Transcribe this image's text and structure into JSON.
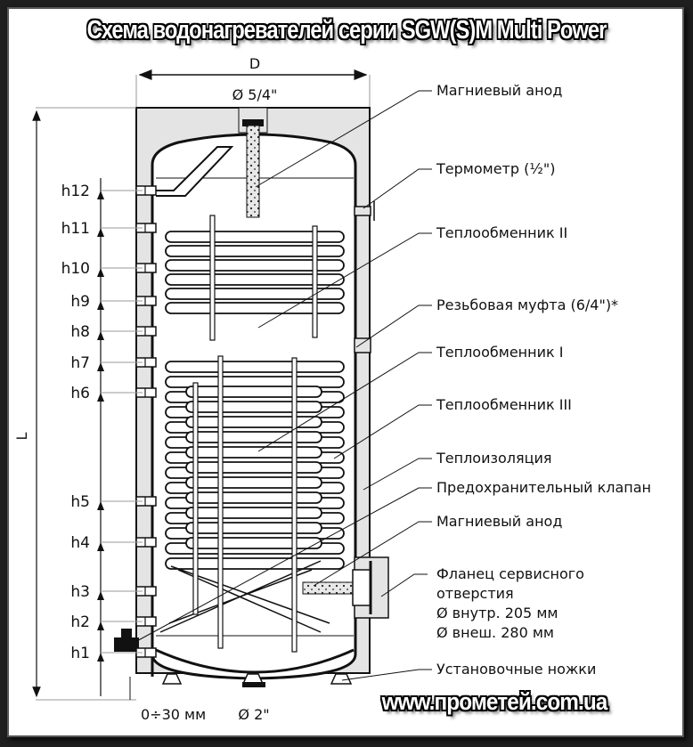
{
  "title": "Схема водонагревателей серии SGW(S)M Multi Power",
  "website": "www.прометей.com.ua",
  "dimensions": {
    "width_label": "D",
    "height_label": "L",
    "top_connection": "Ø 5/4\"",
    "bottom_connection": "Ø 2\"",
    "feet_adjustment": "0÷30 мм"
  },
  "height_marks": [
    "h12",
    "h11",
    "h10",
    "h9",
    "h8",
    "h7",
    "h6",
    "h5",
    "h4",
    "h3",
    "h2",
    "h1"
  ],
  "callouts": [
    {
      "id": "magnesium-anode-top",
      "text": "Магниевый анод"
    },
    {
      "id": "thermometer",
      "text": "Термометр (½\")"
    },
    {
      "id": "heat-exchanger-2",
      "text": "Теплообменник II"
    },
    {
      "id": "threaded-coupling",
      "text": "Резьбовая муфта (6/4\")*"
    },
    {
      "id": "heat-exchanger-1",
      "text": "Теплообменник I"
    },
    {
      "id": "heat-exchanger-3",
      "text": "Теплообменник III"
    },
    {
      "id": "insulation",
      "text": "Теплоизоляция"
    },
    {
      "id": "safety-valve",
      "text": "Предохранительный клапан"
    },
    {
      "id": "magnesium-anode-bottom",
      "text": "Магниевый анод"
    },
    {
      "id": "service-flange",
      "lines": [
        "Фланец сервисного",
        "отверстия",
        "Ø внутр. 205 мм",
        "Ø внеш. 280 мм"
      ]
    },
    {
      "id": "mounting-feet",
      "text": "Установочные ножки"
    }
  ],
  "colors": {
    "insulation": "#e4e4e4",
    "line": "#111111",
    "frame": "#1f1f1f",
    "paper": "#ffffff"
  }
}
